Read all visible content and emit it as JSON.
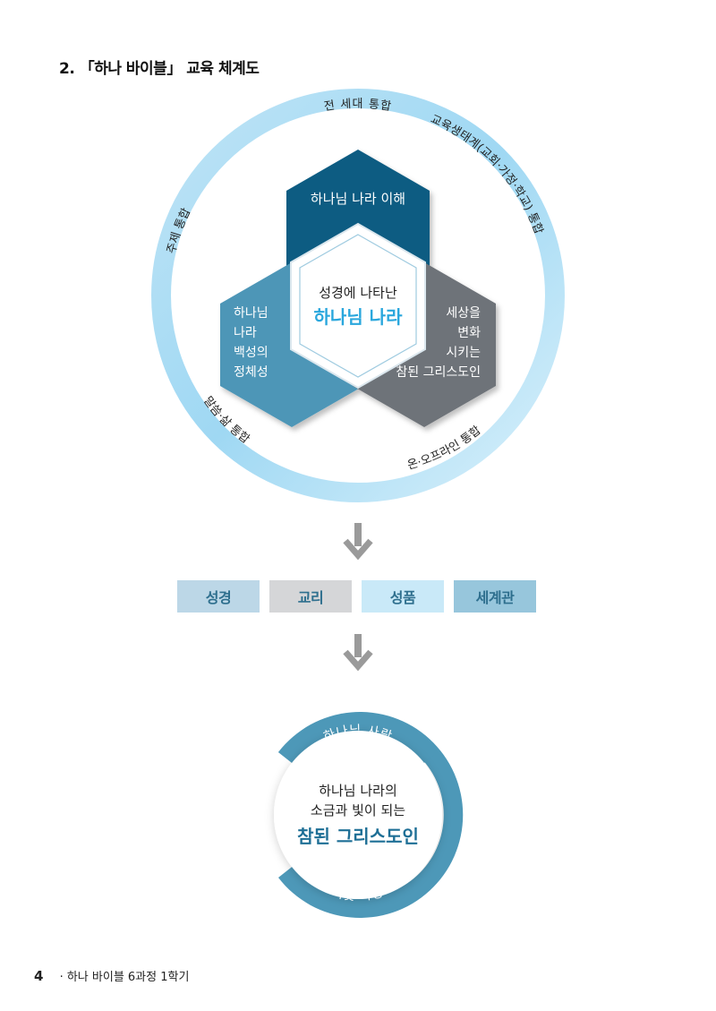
{
  "title": "2. 「하나 바이블」 교육 체계도",
  "ring": {
    "top": "전 세대 통합",
    "right": "교육생태계(교회·가정·학교) 통합",
    "bottom_right": "온·오프라인 통합",
    "bottom_left": "말씀·삶 통합",
    "left": "주제 통합"
  },
  "hexagons": {
    "top": "하나님 나라 이해",
    "left": [
      "하나님",
      "나라",
      "백성의",
      "정체성"
    ],
    "right": [
      "세상을",
      "변화",
      "시키는",
      "참된 그리스도인"
    ],
    "center_line1": "성경에 나타난",
    "center_line2": "하나님 나라"
  },
  "boxes": [
    "성경",
    "교리",
    "성품",
    "세계관"
  ],
  "goal": {
    "arc_top": "하나님 사랑",
    "arc_bottom": "이웃 사랑",
    "line1": "하나님 나라의",
    "line2": "소금과 빛이 되는",
    "line3": "참된 그리스도인"
  },
  "footer": {
    "page_number": "4",
    "text": "· 하나 바이블 6과정 1학기"
  },
  "colors": {
    "ring": "#a8dcf4",
    "top_hex": "#0b5b82",
    "left_hex": "#4d96b7",
    "right_hex": "#6e7379",
    "highlight": "#2aa7dd",
    "goal_ring": "#4d98b8",
    "arrow": "#9a9a9a"
  }
}
